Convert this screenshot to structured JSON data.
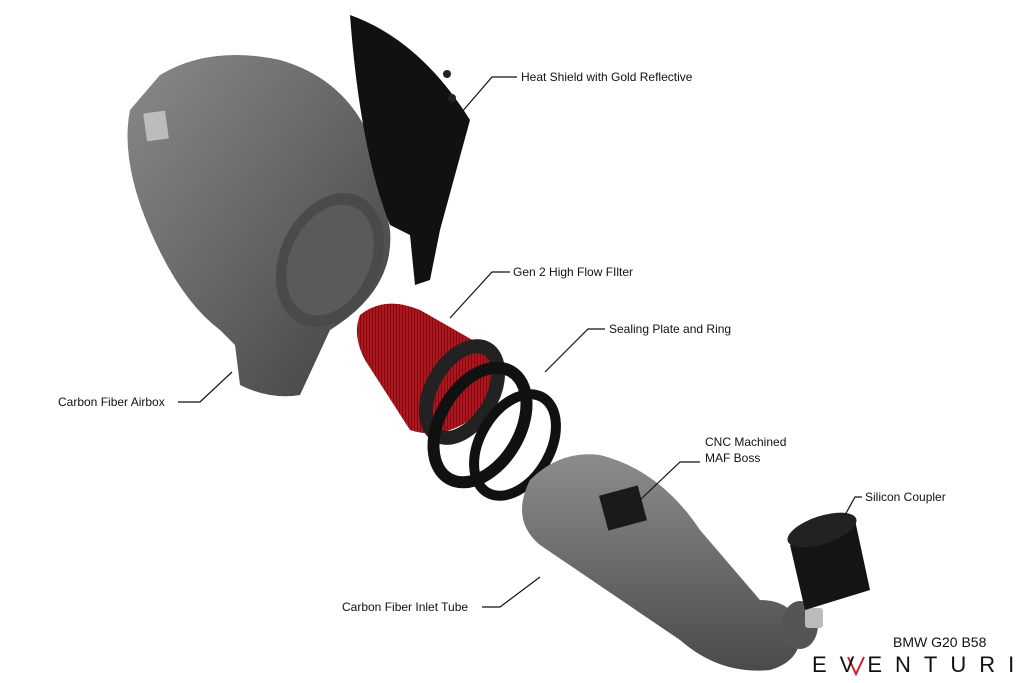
{
  "labels": {
    "heat_shield": "Heat Shield with Gold Reflective",
    "filter": "Gen 2 High Flow FIlter",
    "sealing": "Sealing Plate and Ring",
    "maf_line1": "CNC Machined",
    "maf_line2": "MAF Boss",
    "coupler": "Silicon Coupler",
    "airbox": "Carbon Fiber Airbox",
    "inlet": "Carbon Fiber Inlet Tube"
  },
  "model": "BMW G20 B58",
  "brand": "EVENTURI",
  "colors": {
    "part_grey": "#6f6f6f",
    "filter_red": "#a3141c",
    "black": "#151515",
    "logo_accent": "#d0202a"
  }
}
